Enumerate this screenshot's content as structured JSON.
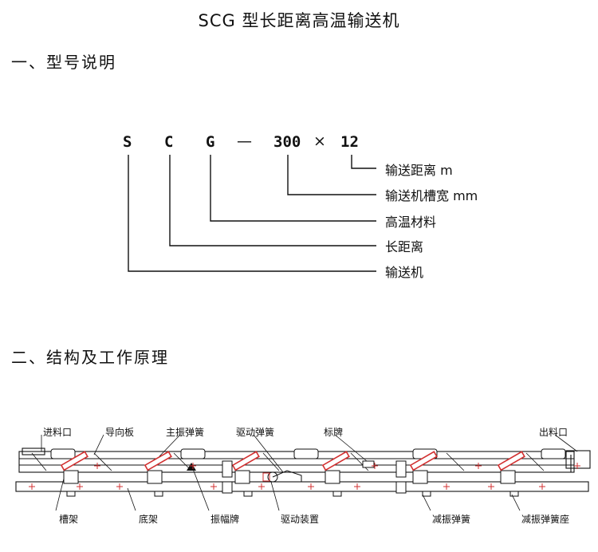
{
  "title": "SCG 型长距离高温输送机",
  "section1": {
    "number": "一、",
    "heading": "型号说明"
  },
  "model_code": {
    "s": "S",
    "c": "C",
    "g": "G",
    "dash": "—",
    "width": "300",
    "times": "×",
    "distance": "12"
  },
  "code_explanations": [
    "输送距离 m",
    "输送机槽宽 mm",
    "高温材料",
    "长距离",
    "输送机"
  ],
  "section2": {
    "number": "二、",
    "heading": "结构及工作原理"
  },
  "diagram_labels_top": [
    "进料口",
    "导向板",
    "主振弹簧",
    "驱动弹簧",
    "标牌",
    "出料口"
  ],
  "diagram_labels_bottom": [
    "槽架",
    "底架",
    "振幅牌",
    "驱动装置",
    "减振弹簧",
    "减振弹簧座"
  ],
  "colors": {
    "accent_red": "#d23030",
    "line": "#111111"
  }
}
